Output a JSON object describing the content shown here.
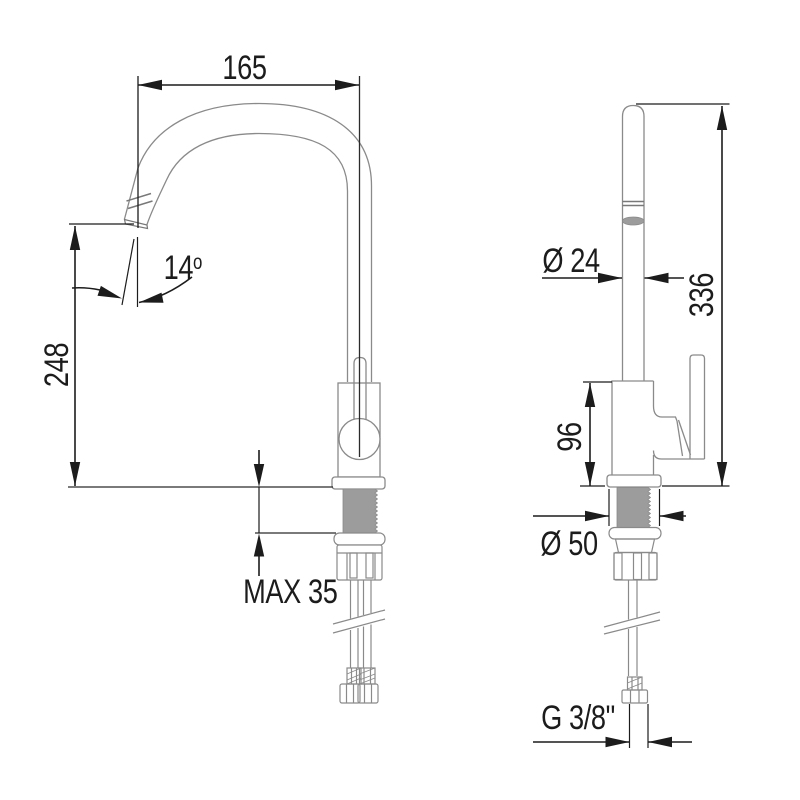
{
  "drawing": {
    "type": "faucet-dimension-diagram",
    "background": "#ffffff",
    "colors": {
      "dimension_lines": "#1c1c1c",
      "part_outline": "#8a8a8a",
      "gray_fill": "#9c9c9c"
    },
    "front_view": {
      "spout_reach": "165",
      "angle_value": "14",
      "angle_symbol": "o",
      "outlet_height": "248",
      "max_counter_thickness": "MAX 35"
    },
    "side_view": {
      "spout_diameter": "Ø 24",
      "overall_height": "336",
      "body_height": "96",
      "base_diameter": "Ø 50",
      "hose_thread": "G 3/8\""
    }
  }
}
